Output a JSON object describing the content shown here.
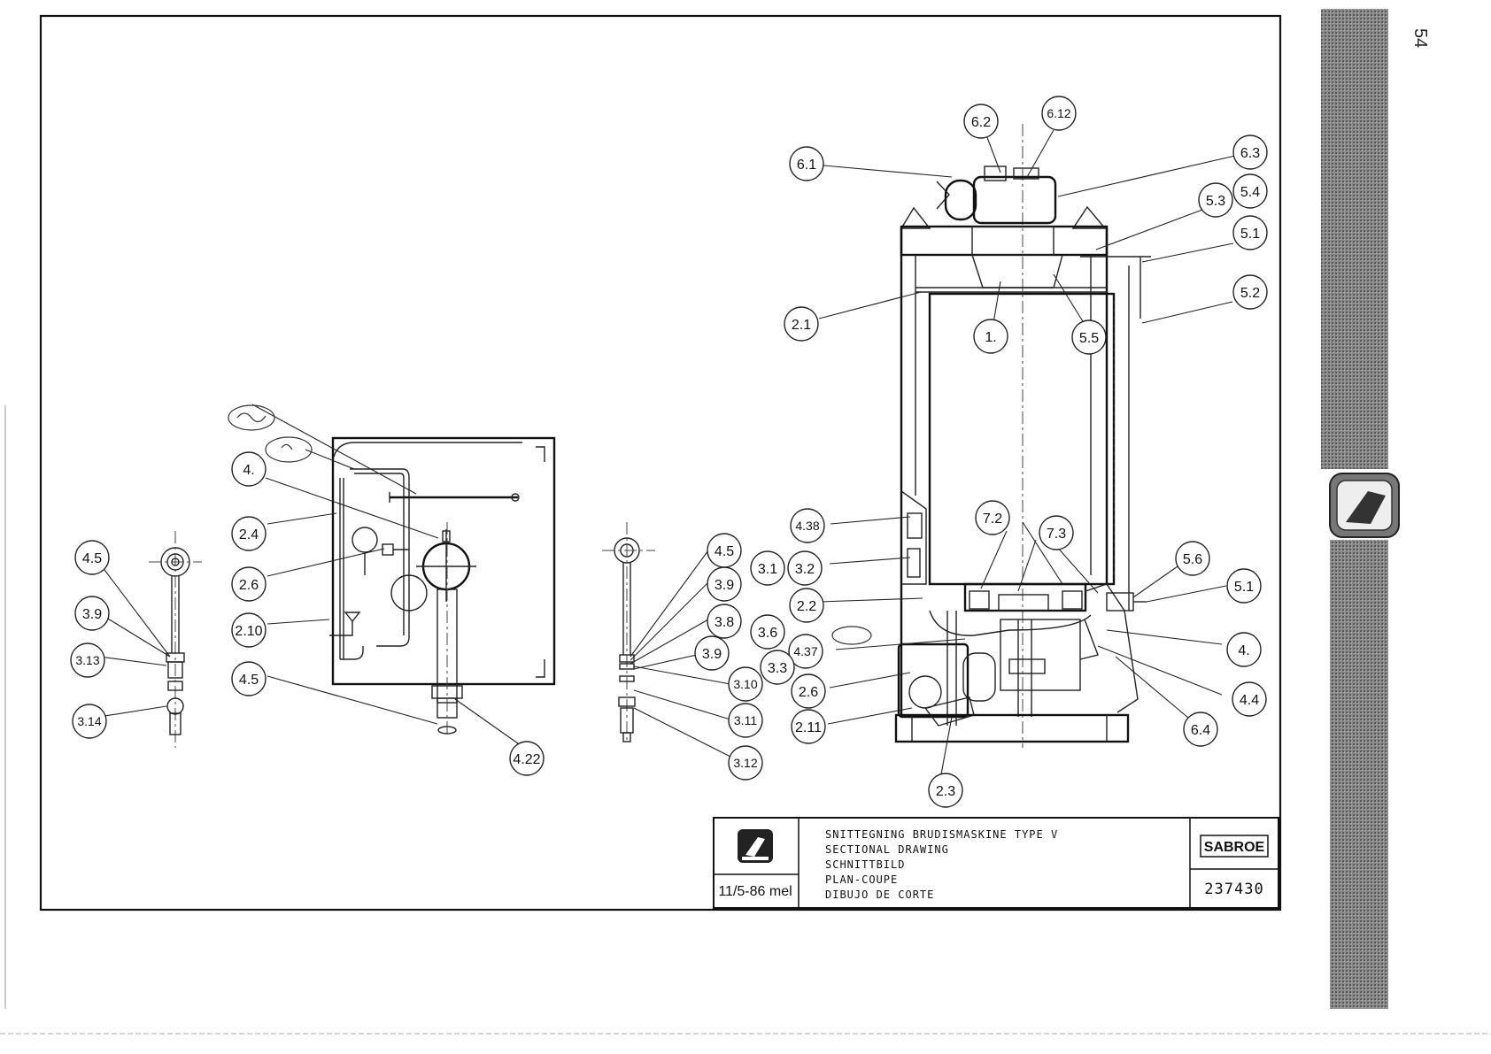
{
  "page": {
    "number": "54"
  },
  "callouts": {
    "c612": "6.12",
    "c62": "6.2",
    "c61": "6.1",
    "c63": "6.3",
    "c54": "5.4",
    "c53": "5.3",
    "c51a": "5.1",
    "c52": "5.2",
    "c21": "2.1",
    "c1": "1.",
    "c55": "5.5",
    "c438": "4.38",
    "c72": "7.2",
    "c73": "7.3",
    "c56": "5.6",
    "c31": "3.1",
    "c32": "3.2",
    "c51b": "5.1",
    "c22": "2.2",
    "c36": "3.6",
    "c4b": "4.",
    "c437": "4.37",
    "c33": "3.3",
    "c26b": "2.6",
    "c44": "4.4",
    "c211": "2.11",
    "c64": "6.4",
    "c23": "2.3",
    "c45c": "4.5",
    "c39c": "3.9",
    "c38": "3.8",
    "c39d": "3.9",
    "c310": "3.10",
    "c311": "3.11",
    "c312": "3.12",
    "c4a": "4.",
    "c24": "2.4",
    "c26a": "2.6",
    "c210": "2.10",
    "c45b": "4.5",
    "c422": "4.22",
    "c45a": "4.5",
    "c39a": "3.9",
    "c313": "3.13",
    "c314": "3.14"
  },
  "title_block": {
    "line1": "SNITTEGNING BRUDISMASKINE TYPE V",
    "line2": "SECTIONAL DRAWING",
    "line3": "SCHNITTBILD",
    "line4": "PLAN-COUPE",
    "line5": "DIBUJO DE CORTE",
    "date": "11/5-86 mel",
    "brand": "SABROE",
    "drawing_number": "237430"
  }
}
